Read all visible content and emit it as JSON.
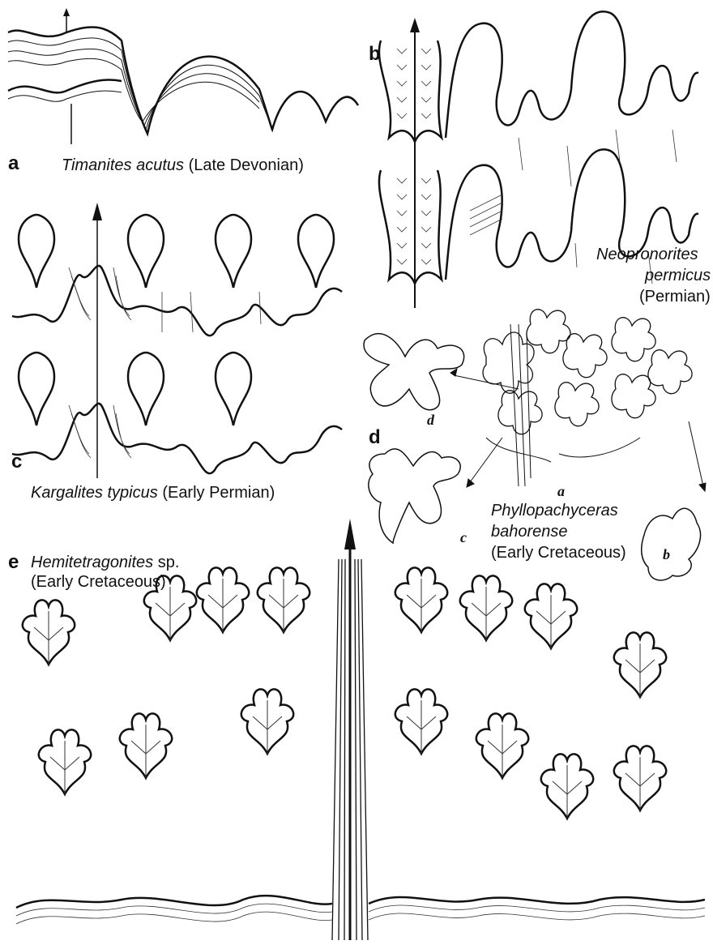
{
  "panels": {
    "a": {
      "letter": "a",
      "genus": "Timanites acutus",
      "age": "(Late Devonian)"
    },
    "b": {
      "letter": "b",
      "genus_line1": "Neopronorites",
      "genus_line2": "permicus",
      "age": "(Permian)"
    },
    "c": {
      "letter": "c",
      "genus": "Kargalites typicus",
      "age": "(Early Permian)"
    },
    "d": {
      "letter": "d",
      "genus_line1": "Phyllopachyceras",
      "genus_line2": "bahorense",
      "age": "(Early Cretaceous)",
      "sublabels": {
        "a": "a",
        "b": "b",
        "c": "c",
        "d": "d"
      }
    },
    "e": {
      "letter": "e",
      "genus": "Hemitetragonites",
      "suffix": " sp.",
      "age": "(Early Cretaceous)"
    }
  }
}
